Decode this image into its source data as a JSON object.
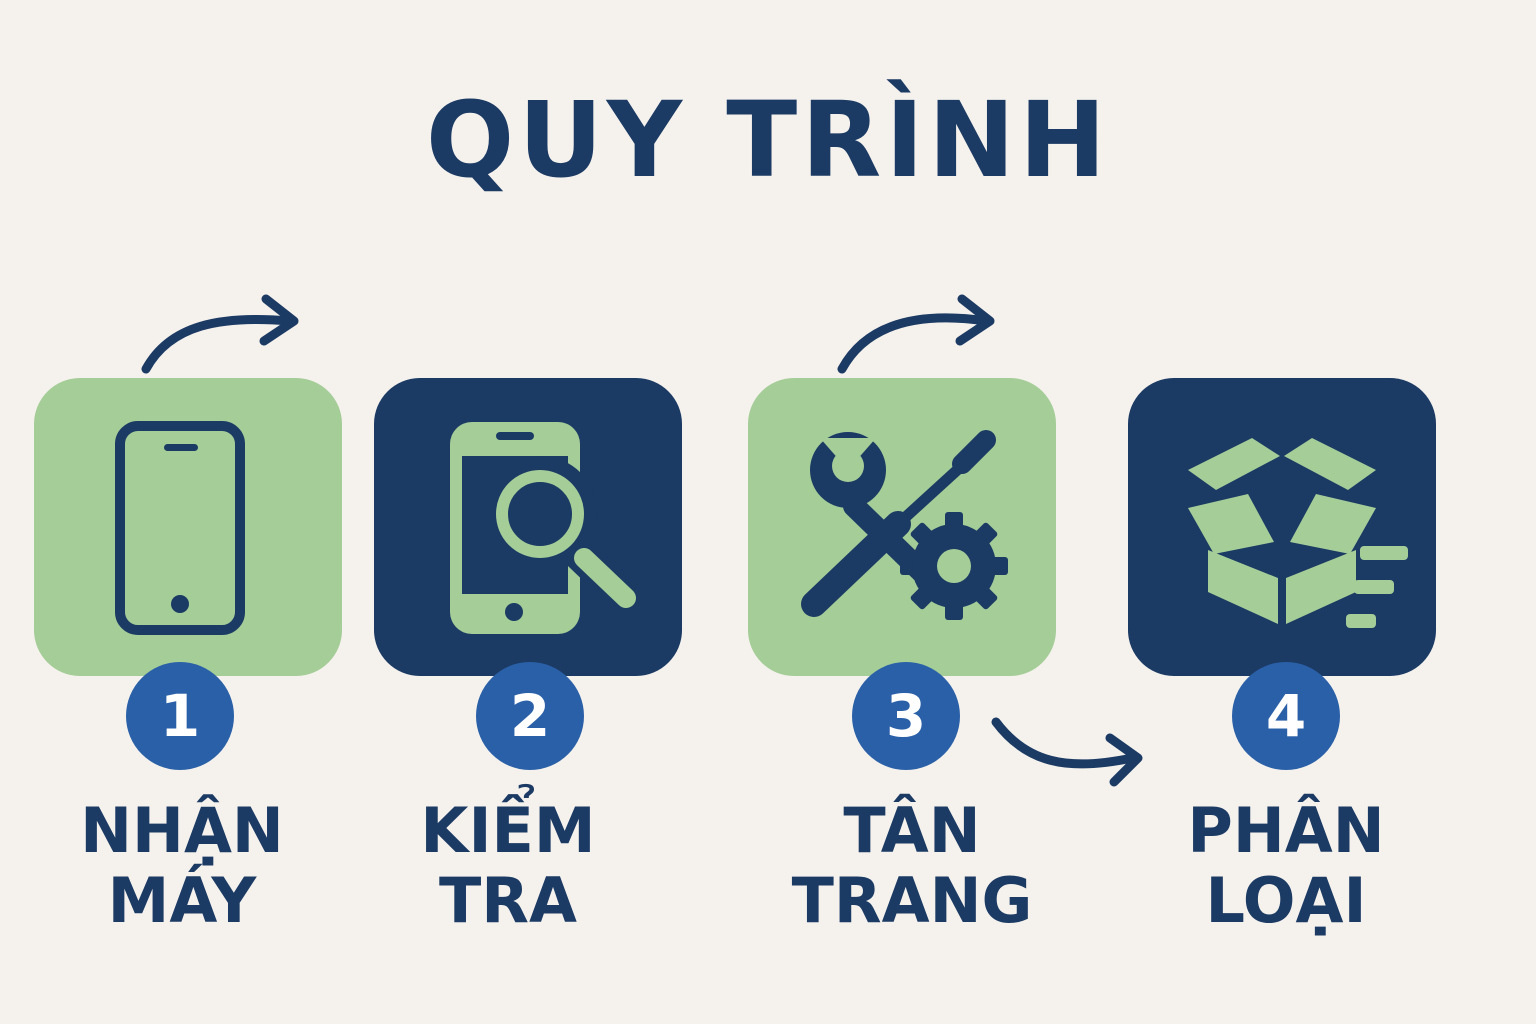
{
  "title": "QUY TRÌNH",
  "colors": {
    "navy": "#1b3a64",
    "green": "#a5cd98",
    "badge": "#2a60a8",
    "background": "#f5f2ed"
  },
  "steps": [
    {
      "number": "1",
      "line1": "NHẬN",
      "line2": "MÁY",
      "icon": "smartphone-icon"
    },
    {
      "number": "2",
      "line1": "KIỂM",
      "line2": "TRA",
      "icon": "phone-search-icon"
    },
    {
      "number": "3",
      "line1": "TÂN",
      "line2": "TRANG",
      "icon": "tools-gear-icon"
    },
    {
      "number": "4",
      "line1": "PHÂN",
      "line2": "LOẠI",
      "icon": "box-delivery-icon"
    }
  ]
}
